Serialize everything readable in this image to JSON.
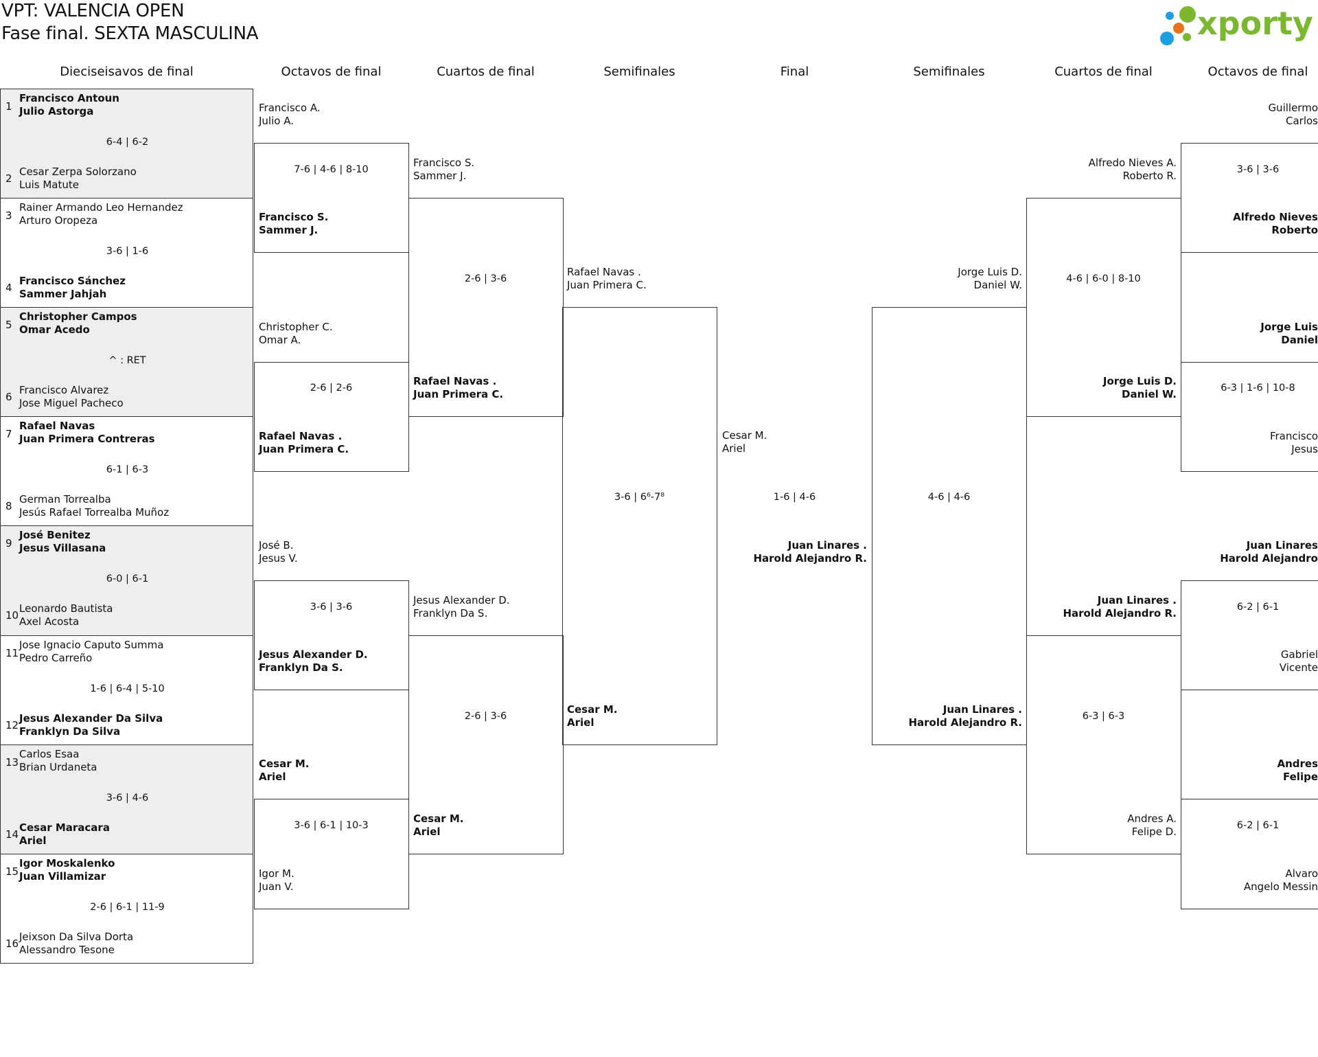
{
  "header": {
    "title_line1": "VPT: VALENCIA OPEN",
    "title_line2": "Fase final. SEXTA MASCULINA",
    "logo_text": "xporty"
  },
  "colors": {
    "logo_green": "#7cb82f",
    "logo_blue": "#1a9fe0",
    "logo_orange": "#e8711c",
    "border": "#333333",
    "shaded_row": "#eeeeee"
  },
  "columns": [
    "Dieciseisavos de final",
    "Octavos de final",
    "Cuartos de final",
    "Semifinales",
    "Final",
    "Semifinales",
    "Cuartos de final",
    "Octavos de final"
  ],
  "round_of_32": [
    {
      "seed1": "1",
      "t1": [
        "Francisco Antoun",
        "Julio Astorga"
      ],
      "w1": true,
      "score": "6-4 | 6-2",
      "seed2": "2",
      "t2": [
        "Cesar Zerpa Solorzano",
        "Luis Matute"
      ],
      "w2": false,
      "shaded": true
    },
    {
      "seed1": "3",
      "t1": [
        "Rainer Armando Leo Hernandez",
        "Arturo Oropeza"
      ],
      "w1": false,
      "score": "3-6 | 1-6",
      "seed2": "4",
      "t2": [
        "Francisco Sánchez",
        "Sammer Jahjah"
      ],
      "w2": true,
      "shaded": false
    },
    {
      "seed1": "5",
      "t1": [
        "Christopher Campos",
        "Omar Acedo"
      ],
      "w1": true,
      "score": "^ : RET",
      "seed2": "6",
      "t2": [
        "Francisco Alvarez",
        "Jose Miguel Pacheco"
      ],
      "w2": false,
      "shaded": true
    },
    {
      "seed1": "7",
      "t1": [
        "Rafael Navas",
        "Juan Primera Contreras"
      ],
      "w1": true,
      "score": "6-1 | 6-3",
      "seed2": "8",
      "t2": [
        "German Torrealba",
        "Jesús Rafael Torrealba Muñoz"
      ],
      "w2": false,
      "shaded": false
    },
    {
      "seed1": "9",
      "t1": [
        "José Benitez",
        "Jesus Villasana"
      ],
      "w1": true,
      "score": "6-0 | 6-1",
      "seed2": "10",
      "t2": [
        "Leonardo Bautista",
        "Axel Acosta"
      ],
      "w2": false,
      "shaded": true
    },
    {
      "seed1": "11",
      "t1": [
        "Jose Ignacio Caputo Summa",
        "Pedro Carreño"
      ],
      "w1": false,
      "score": "1-6 | 6-4 | 5-10",
      "seed2": "12",
      "t2": [
        "Jesus Alexander Da Silva",
        "Franklyn Da Silva"
      ],
      "w2": true,
      "shaded": false
    },
    {
      "seed1": "13",
      "t1": [
        "Carlos Esaa",
        "Brian Urdaneta"
      ],
      "w1": false,
      "score": "3-6 | 4-6",
      "seed2": "14",
      "t2": [
        "Cesar Maracara",
        "Ariel"
      ],
      "w2": true,
      "shaded": true
    },
    {
      "seed1": "15",
      "t1": [
        "Igor Moskalenko",
        "Juan Villamizar"
      ],
      "w1": true,
      "score": "2-6 | 6-1 | 11-9",
      "seed2": "16",
      "t2": [
        "Jeixson Da Silva Dorta",
        "Alessandro Tesone"
      ],
      "w2": false,
      "shaded": false
    }
  ],
  "left_rounds": [
    [
      {
        "t1": [
          "Francisco A.",
          "Julio A."
        ],
        "w1": false,
        "score": "7-6 | 4-6 | 8-10",
        "t2": [
          "Francisco S.",
          "Sammer J."
        ],
        "w2": true
      },
      {
        "t1": [
          "Christopher C.",
          "Omar A."
        ],
        "w1": false,
        "score": "2-6 | 2-6",
        "t2": [
          "Rafael Navas .",
          "Juan Primera C."
        ],
        "w2": true
      },
      {
        "t1": [
          "José B.",
          "Jesus V."
        ],
        "w1": false,
        "score": "3-6 | 3-6",
        "t2": [
          "Jesus Alexander D.",
          "Franklyn Da S."
        ],
        "w2": true
      },
      {
        "t1": [
          "Cesar M.",
          "Ariel"
        ],
        "w1": true,
        "score": "3-6 | 6-1 | 10-3",
        "t2": [
          "Igor M.",
          "Juan V."
        ],
        "w2": false
      }
    ],
    [
      {
        "t1": [
          "Francisco S.",
          "Sammer J."
        ],
        "w1": false,
        "score": "2-6 | 3-6",
        "t2": [
          "Rafael Navas .",
          "Juan Primera C."
        ],
        "w2": true
      },
      {
        "t1": [
          "Jesus Alexander D.",
          "Franklyn Da S."
        ],
        "w1": false,
        "score": "2-6 | 3-6",
        "t2": [
          "Cesar M.",
          "Ariel"
        ],
        "w2": true
      }
    ],
    [
      {
        "t1": [
          "Rafael Navas .",
          "Juan Primera C."
        ],
        "w1": false,
        "score": "3-6 | 6⁶-7⁸",
        "t2": [
          "Cesar M.",
          "Ariel"
        ],
        "w2": true
      }
    ]
  ],
  "final": {
    "t1": [
      "Cesar M.",
      "Ariel"
    ],
    "w1": false,
    "score": "1-6 | 4-6",
    "t2": [
      "Juan Linares .",
      "Harold Alejandro R."
    ],
    "w2": true
  },
  "right_rounds": [
    [
      {
        "t1": [
          "Jorge Luis D.",
          "Daniel W."
        ],
        "w1": false,
        "score": "4-6 | 4-6",
        "t2": [
          "Juan Linares .",
          "Harold Alejandro R."
        ],
        "w2": true
      }
    ],
    [
      {
        "t1": [
          "Alfredo Nieves A.",
          "Roberto R."
        ],
        "w1": false,
        "score": "4-6 | 6-0 | 8-10",
        "t2": [
          "Jorge Luis D.",
          "Daniel W."
        ],
        "w2": true
      },
      {
        "t1": [
          "Juan Linares .",
          "Harold Alejandro R."
        ],
        "w1": true,
        "score": "6-3 | 6-3",
        "t2": [
          "Andres A.",
          "Felipe D."
        ],
        "w2": false
      }
    ],
    [
      {
        "t1": [
          "Guillermo",
          "Carlos"
        ],
        "w1": false,
        "score": "3-6 | 3-6",
        "t2": [
          "Alfredo Nieves",
          "Roberto"
        ],
        "w2": true
      },
      {
        "t1": [
          "Jorge Luis",
          "Daniel"
        ],
        "w1": true,
        "score": "6-3 | 1-6 | 10-8",
        "t2": [
          "Francisco",
          "Jesus"
        ],
        "w2": false
      },
      {
        "t1": [
          "Juan Linares",
          "Harold Alejandro"
        ],
        "w1": true,
        "score": "6-2 | 6-1",
        "t2": [
          "Gabriel",
          "Vicente"
        ],
        "w2": false
      },
      {
        "t1": [
          "Andres",
          "Felipe"
        ],
        "w1": true,
        "score": "6-2 | 6-1",
        "t2": [
          "Alvaro",
          "Angelo Messin"
        ],
        "w2": false
      }
    ]
  ]
}
